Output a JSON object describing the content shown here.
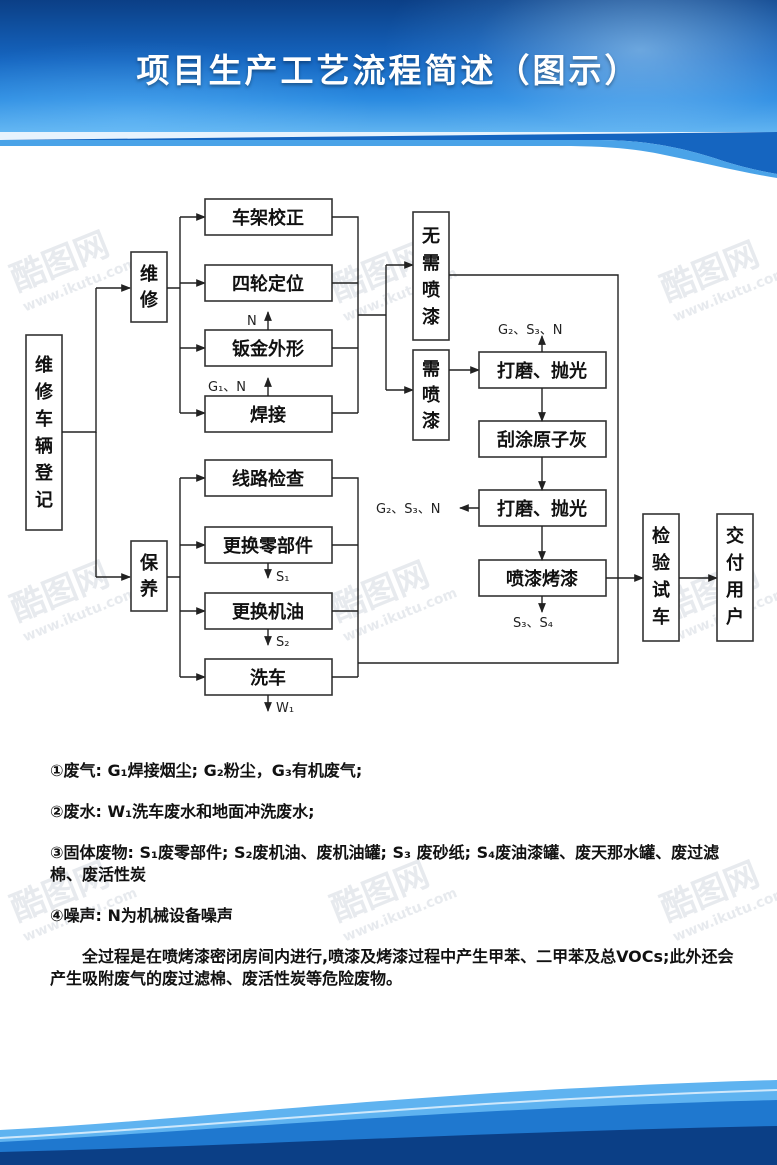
{
  "title": "项目生产工艺流程简述（图示）",
  "colors": {
    "header_dark": "#0b3f86",
    "header_light": "#5fb3f0",
    "accent": "#1565c0"
  },
  "diagram": {
    "register": [
      "维",
      "修",
      "车",
      "辆",
      "登",
      "记"
    ],
    "repair": [
      "维",
      "修"
    ],
    "maintain": [
      "保",
      "养"
    ],
    "repair_steps": [
      "车架校正",
      "四轮定位",
      "钣金外形",
      "焊接"
    ],
    "maintain_steps": [
      "线路检查",
      "更换零部件",
      "更换机油",
      "洗车"
    ],
    "no_paint": [
      "无",
      "需",
      "喷",
      "漆"
    ],
    "need_paint": [
      "需",
      "喷",
      "漆"
    ],
    "paint_steps": [
      "打磨、抛光",
      "刮涂原子灰",
      "打磨、抛光",
      "喷漆烤漆"
    ],
    "inspect": [
      "检",
      "验",
      "试",
      "车"
    ],
    "deliver": [
      "交",
      "付",
      "用",
      "户"
    ],
    "emissions": {
      "sheet_metal": "N",
      "welding": "G₁、N",
      "grind1": "G₂、S₃、N",
      "grind2": "G₂、S₃、N",
      "spray": "S₃、S₄",
      "parts": "S₁",
      "oil": "S₂",
      "wash": "W₁"
    }
  },
  "notes": {
    "gas": "①废气: G₁焊接烟尘; G₂粉尘，G₃有机废气;",
    "water": "②废水: W₁洗车废水和地面冲洗废水;",
    "solid": "③固体废物: S₁废零部件; S₂废机油、废机油罐; S₃ 废砂纸; S₄废油漆罐、废天那水罐、废过滤棉、废活性炭",
    "noise": "④噪声: N为机械设备噪声",
    "summary": "全过程是在喷烤漆密闭房间内进行,喷漆及烤漆过程中产生甲苯、二甲苯及总VOCs;此外还会产生吸附废气的废过滤棉、废活性炭等危险废物。"
  },
  "watermark": {
    "brand": "酷图网",
    "url": "www.ikutu.com"
  }
}
